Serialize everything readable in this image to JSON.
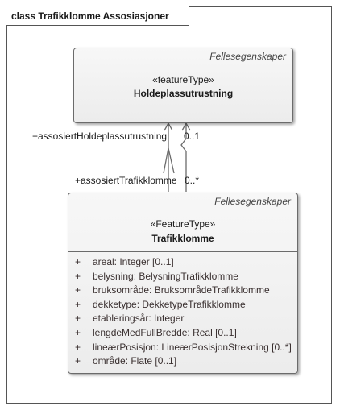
{
  "diagram": {
    "frame_label": "class Trafikklomme Assosiasjoner"
  },
  "classes": {
    "holdeplass": {
      "package": "Fellesegenskaper",
      "stereotype": "«featureType»",
      "name": "Holdeplassutrustning"
    },
    "trafikklomme": {
      "package": "Fellesegenskaper",
      "stereotype": "«FeatureType»",
      "name": "Trafikklomme",
      "attributes": [
        {
          "visibility": "+",
          "text": "areal: Integer [0..1]"
        },
        {
          "visibility": "+",
          "text": "belysning: BelysningTrafikklomme"
        },
        {
          "visibility": "+",
          "text": "bruksområde: BruksområdeTrafikklomme"
        },
        {
          "visibility": "+",
          "text": "dekketype: DekketypeTrafikklomme"
        },
        {
          "visibility": "+",
          "text": "etableringsår: Integer"
        },
        {
          "visibility": "+",
          "text": "lengdeMedFullBredde: Real [0..1]"
        },
        {
          "visibility": "+",
          "text": "lineærPosisjon: LineærPosisjonStrekning [0..*]"
        },
        {
          "visibility": "+",
          "text": "område: Flate [0..1]"
        }
      ]
    }
  },
  "association": {
    "role_top": "+assosiertHoldeplassutrustning",
    "mult_top": "0..1",
    "role_bottom": "+assosiertTrafikklomme",
    "mult_bottom": "0..*"
  }
}
